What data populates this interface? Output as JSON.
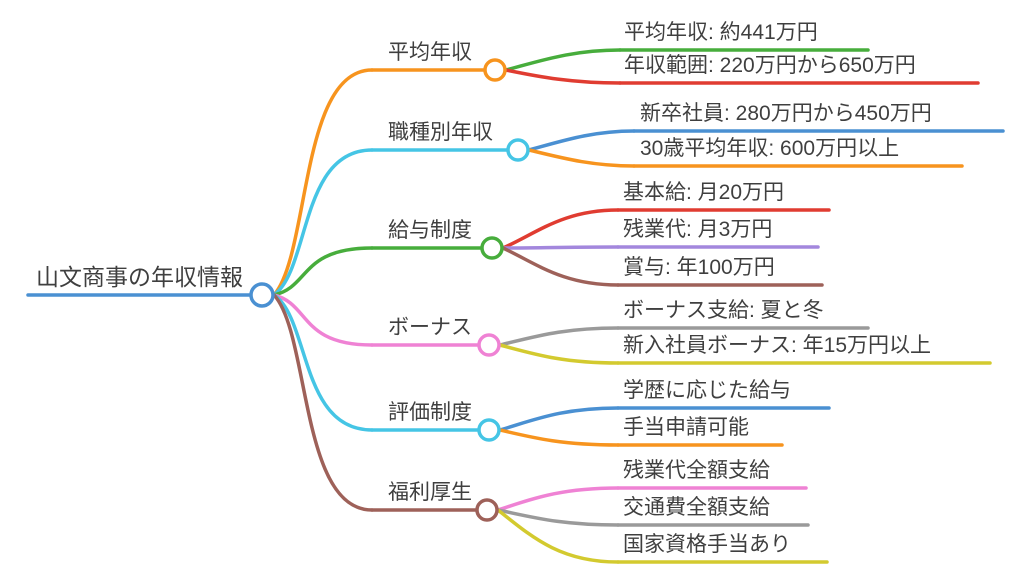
{
  "root": {
    "label": "山文商事の年収情報",
    "color": "#4a90d2"
  },
  "branches": [
    {
      "label": "平均年収",
      "color": "#f7941e",
      "children": [
        {
          "label": "平均年収: 約441万円",
          "color": "#47ad3c"
        },
        {
          "label": "年収範囲: 220万円から650万円",
          "color": "#e03c31"
        }
      ]
    },
    {
      "label": "職種別年収",
      "color": "#45c5e5",
      "children": [
        {
          "label": "新卒社員: 280万円から450万円",
          "color": "#4a90d2"
        },
        {
          "label": "30歳平均年収: 600万円以上",
          "color": "#f7941e"
        }
      ]
    },
    {
      "label": "給与制度",
      "color": "#47ad3c",
      "children": [
        {
          "label": "基本給: 月20万円",
          "color": "#e03c31"
        },
        {
          "label": "残業代: 月3万円",
          "color": "#a387dd"
        },
        {
          "label": "賞与: 年100万円",
          "color": "#9e6159"
        }
      ]
    },
    {
      "label": "ボーナス",
      "color": "#ef82d4",
      "children": [
        {
          "label": "ボーナス支給: 夏と冬",
          "color": "#9a9a9a"
        },
        {
          "label": "新入社員ボーナス: 年15万円以上",
          "color": "#d3ca2f"
        }
      ]
    },
    {
      "label": "評価制度",
      "color": "#45c5e5",
      "children": [
        {
          "label": "学歴に応じた給与",
          "color": "#4a90d2"
        },
        {
          "label": "手当申請可能",
          "color": "#f7941e"
        }
      ]
    },
    {
      "label": "福利厚生",
      "color": "#9e6159",
      "children": [
        {
          "label": "残業代全額支給",
          "color": "#ef82d4"
        },
        {
          "label": "交通費全額支給",
          "color": "#9a9a9a"
        },
        {
          "label": "国家資格手当あり",
          "color": "#d3ca2f"
        }
      ]
    }
  ]
}
